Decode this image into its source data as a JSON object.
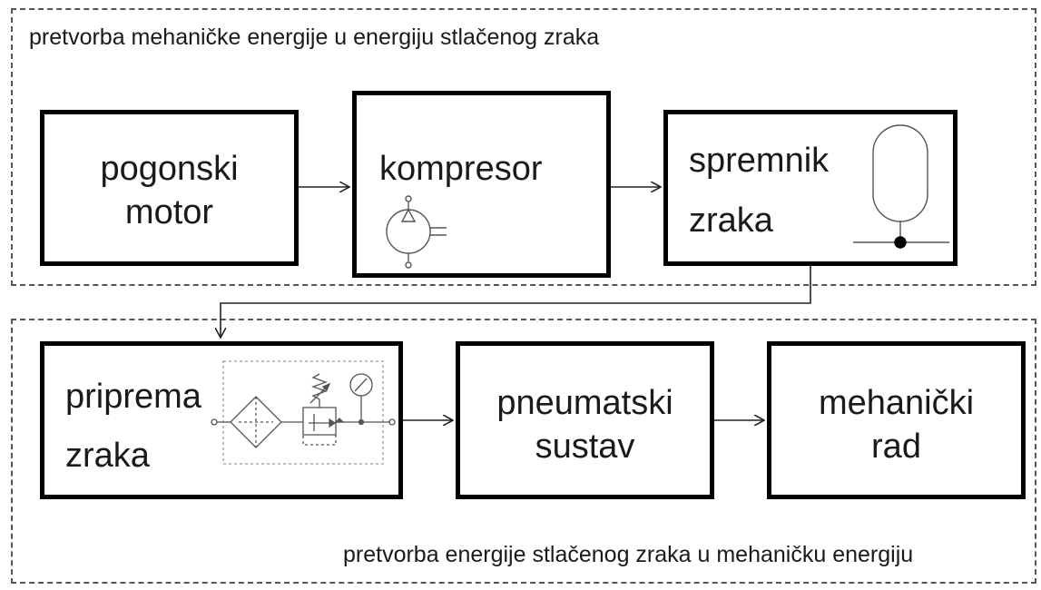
{
  "groups": {
    "top_label": "pretvorba mehaničke energije u energiju stlačenog zraka",
    "bottom_label": "pretvorba energije stlačenog zraka u mehaničku energiju"
  },
  "blocks": {
    "motor": {
      "line1": "pogonski",
      "line2": "motor"
    },
    "kompresor": {
      "line1": "kompresor"
    },
    "spremnik": {
      "line1": "spremnik",
      "line2": "zraka"
    },
    "priprema": {
      "line1": "priprema",
      "line2": "zraka"
    },
    "pneumatski": {
      "line1": "pneumatski",
      "line2": "sustav"
    },
    "mehanicki": {
      "line1": "mehanički",
      "line2": "rad"
    }
  }
}
